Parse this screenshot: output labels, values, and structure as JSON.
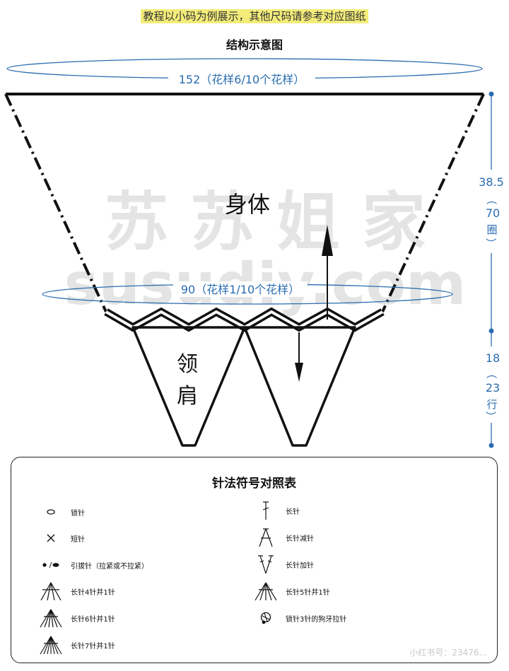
{
  "header": {
    "note": "教程以小码为例展示，其他尺码请参考对应图纸",
    "title": "结构示意图"
  },
  "diagram": {
    "top_width": "152（花样6/10个花样）",
    "neck_width": "90（花样1/10个花样）",
    "body_label": "身体",
    "yoke_label_1": "领",
    "yoke_label_2": "肩",
    "body_height": "38.5",
    "body_rounds": [
      "（",
      "70",
      "圈",
      "）"
    ],
    "yoke_height": "18",
    "yoke_rows": [
      "（",
      "23",
      "行",
      "）"
    ],
    "watermark_cn": "苏 苏 姐 家",
    "watermark_url": "susudiy.com",
    "colors": {
      "dimension": "#2a6cb0",
      "highlight": "#f3ec7a"
    }
  },
  "legend": {
    "title": "针法符号对照表",
    "left": [
      {
        "icon": "chain-stitch-icon",
        "label": "锁针"
      },
      {
        "icon": "single-crochet-icon",
        "label": "短针"
      },
      {
        "icon": "slip-stitch-icon",
        "label": "引拔针（拉紧或不拉紧）"
      },
      {
        "icon": "dc4tog-icon",
        "label": "长针4针并1针"
      },
      {
        "icon": "dc6tog-icon",
        "label": "长针6针并1针"
      },
      {
        "icon": "dc7tog-icon",
        "label": "长针7针并1针"
      }
    ],
    "right": [
      {
        "icon": "double-crochet-icon",
        "label": "长针"
      },
      {
        "icon": "dc-decrease-icon",
        "label": "长针减针"
      },
      {
        "icon": "dc-increase-icon",
        "label": "长针加针"
      },
      {
        "icon": "dc5tog-icon",
        "label": "长针5针并1针"
      },
      {
        "icon": "picot-chain3-icon",
        "label": "锁针3针的狗牙拉针"
      }
    ]
  },
  "footer": {
    "watermark": "小红书号：23476..."
  }
}
